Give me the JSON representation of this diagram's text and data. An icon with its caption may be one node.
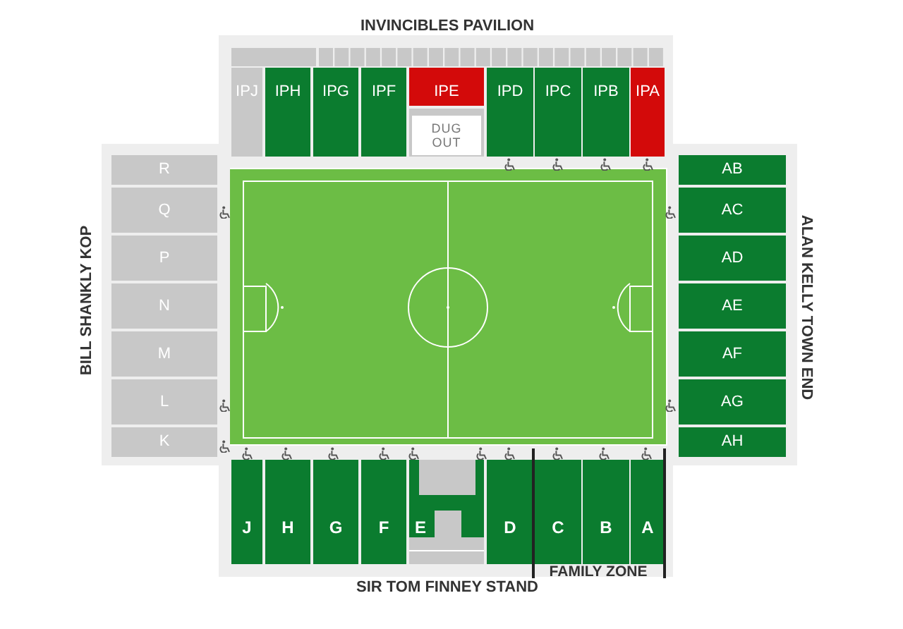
{
  "diagram": {
    "nodes": [
      {
        "text": [
          "INVINCIBLES PAVILION"
        ]
      },
      {
        "text": [
          "IPJ"
        ],
        "in": 0
      },
      {
        "text": [
          "IPH"
        ],
        "in": 0
      },
      {
        "text": [
          "IPG"
        ],
        "in": 0
      },
      {
        "text": [
          "IPF"
        ],
        "in": 0
      },
      {
        "text": [
          "IPE"
        ],
        "in": 0
      },
      {
        "text": [
          "DUG OUT"
        ],
        "in": 0
      },
      {
        "text": [
          "IPD"
        ],
        "in": 0
      },
      {
        "text": [
          "IPC"
        ],
        "in": 0
      },
      {
        "text": [
          "IPB"
        ],
        "in": 0
      },
      {
        "text": [
          "IPA"
        ],
        "in": 0
      },
      {
        "text": [
          "BILL SHANKLY KOP"
        ]
      },
      {
        "text": [
          "R"
        ],
        "in": 11
      },
      {
        "text": [
          "Q"
        ],
        "in": 11
      },
      {
        "text": [
          "P"
        ],
        "in": 11
      },
      {
        "text": [
          "N"
        ],
        "in": 11
      },
      {
        "text": [
          "M"
        ],
        "in": 11
      },
      {
        "text": [
          "L"
        ],
        "in": 11
      },
      {
        "text": [
          "K"
        ],
        "in": 11
      },
      {
        "text": [
          "ALAN KELLY TOWN END"
        ]
      },
      {
        "text": [
          "AB"
        ],
        "in": 19
      },
      {
        "text": [
          "AC"
        ],
        "in": 19
      },
      {
        "text": [
          "AD"
        ],
        "in": 19
      },
      {
        "text": [
          "AE"
        ],
        "in": 19
      },
      {
        "text": [
          "AF"
        ],
        "in": 19
      },
      {
        "text": [
          "AG"
        ],
        "in": 19
      },
      {
        "text": [
          "AH"
        ],
        "in": 19
      },
      {
        "text": [
          "SIR TOM FINNEY STAND"
        ]
      },
      {
        "text": [
          "J"
        ],
        "in": 27
      },
      {
        "text": [
          "H"
        ],
        "in": 27
      },
      {
        "text": [
          "G"
        ],
        "in": 27
      },
      {
        "text": [
          "F"
        ],
        "in": 27
      },
      {
        "text": [
          "E"
        ],
        "in": 27
      },
      {
        "text": [
          "D"
        ],
        "in": 27
      },
      {
        "text": [
          "C"
        ],
        "in": 27
      },
      {
        "text": [
          "B"
        ],
        "in": 27
      },
      {
        "text": [
          "A"
        ],
        "in": 27
      }
    ],
    "labels": [
      "FAMILY ZONE"
    ]
  }
}
